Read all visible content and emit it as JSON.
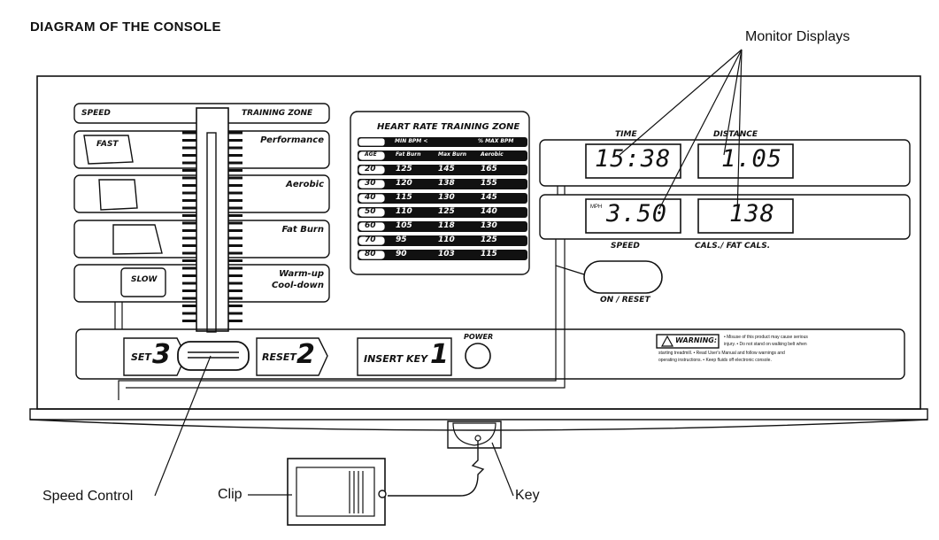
{
  "title": "DIAGRAM OF THE CONSOLE",
  "callouts": {
    "monitor_displays": "Monitor Displays",
    "speed_control": "Speed Control",
    "clip": "Clip",
    "key": "Key"
  },
  "left_panel": {
    "speed_header": "SPEED",
    "training_zone_header": "TRAINING ZONE",
    "fast": "FAST",
    "slow": "SLOW",
    "zones": [
      "Performance",
      "Aerobic",
      "Fat Burn",
      "Warm-up",
      "Cool-down"
    ]
  },
  "hr_table": {
    "title": "HEART RATE TRAINING ZONE",
    "header_left": "MIN BPM <",
    "header_right": "% MAX BPM",
    "columns": [
      "AGE",
      "Fat Burn",
      "Max Burn",
      "Aerobic"
    ],
    "rows": [
      [
        "20",
        "125",
        "145",
        "165"
      ],
      [
        "30",
        "120",
        "138",
        "155"
      ],
      [
        "40",
        "115",
        "130",
        "145"
      ],
      [
        "50",
        "110",
        "125",
        "140"
      ],
      [
        "60",
        "105",
        "118",
        "130"
      ],
      [
        "70",
        "95",
        "110",
        "125"
      ],
      [
        "80",
        "90",
        "103",
        "115"
      ]
    ]
  },
  "monitor": {
    "time_label": "TIME",
    "time_value": "15:38",
    "distance_label": "DISTANCE",
    "distance_value": "1.05",
    "speed_unit": "MPH",
    "speed_value": "3.50",
    "speed_label": "SPEED",
    "cals_value": "138",
    "cals_label": "CALS./ FAT CALS.",
    "on_reset": "ON / RESET"
  },
  "bottom_bar": {
    "set_label": "SET",
    "set_number": "3",
    "reset_label": "RESET",
    "reset_number": "2",
    "insert_key_label": "INSERT KEY",
    "insert_key_number": "1",
    "power_label": "POWER",
    "warning_label": "WARNING:",
    "warning_text_1": "• Misuse of this product may cause serious",
    "warning_text_2": "injury. • Do not stand on walking belt when",
    "warning_text_3": "starting treadmill. • Read User's Manual and follow warnings and",
    "warning_text_4": "operating instructions. • Keep fluids off electronic console."
  }
}
